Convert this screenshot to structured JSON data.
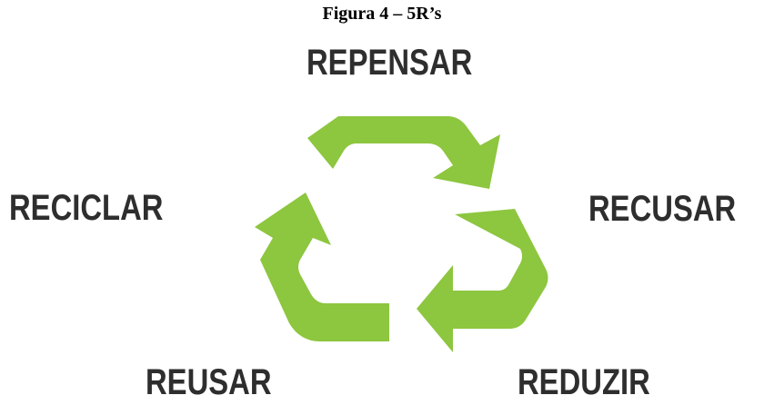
{
  "figure": {
    "caption": "Figura 4 – 5R’s"
  },
  "labels": {
    "repensar": "REPENSAR",
    "recusar": "RECUSAR",
    "reduzir": "REDUZIR",
    "reusar": "REUSAR",
    "reciclar": "RECICLAR"
  },
  "symbol": {
    "icon": "recycle-icon",
    "color": "#8dc63f"
  }
}
